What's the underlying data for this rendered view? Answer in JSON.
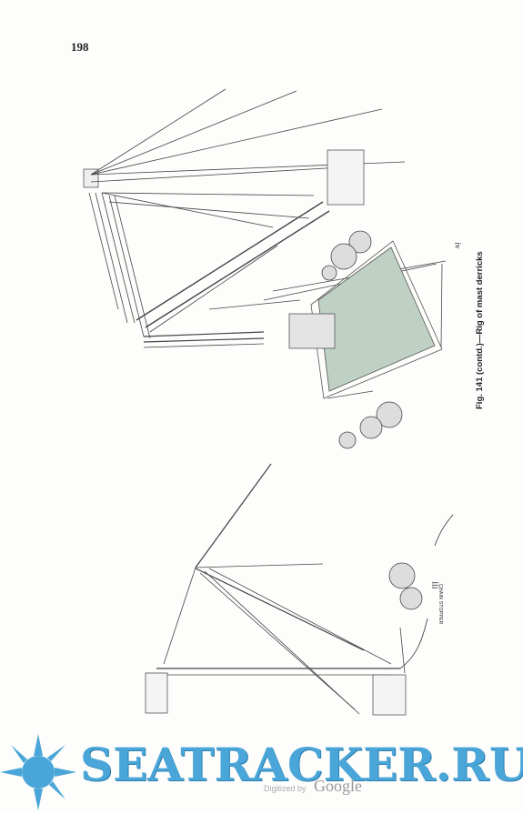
{
  "page": {
    "number": "198",
    "caption": "Fig. 141 (contd.)—Rig of mast derricks",
    "labels": {
      "figure_iv": "iv",
      "figure_iii": "iii",
      "chain_stopper": "CHAIN STOPPER"
    }
  },
  "watermark": {
    "text": "SEATRACKER.RU",
    "digitized_by": "Digitized by",
    "google": "Google",
    "color": "#4aa6d8"
  }
}
